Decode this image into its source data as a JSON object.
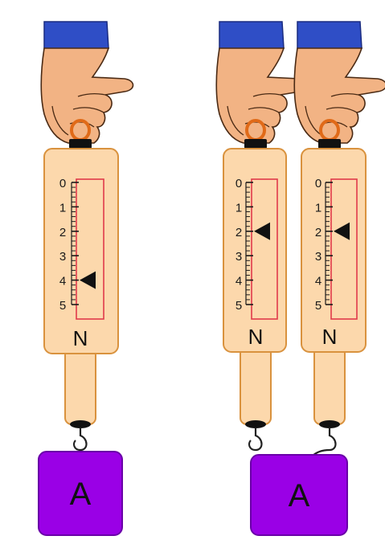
{
  "scales": [
    {
      "id": "left",
      "unit": "N",
      "tick_labels": [
        "0",
        "1",
        "2",
        "3",
        "4",
        "5"
      ],
      "reading_N": 4
    },
    {
      "id": "middle",
      "unit": "N",
      "tick_labels": [
        "0",
        "1",
        "2",
        "3",
        "4",
        "5"
      ],
      "reading_N": 2
    },
    {
      "id": "right",
      "unit": "N",
      "tick_labels": [
        "0",
        "1",
        "2",
        "3",
        "4",
        "5"
      ],
      "reading_N": 2
    }
  ],
  "blocks": [
    {
      "id": "left",
      "label": "A"
    },
    {
      "id": "right",
      "label": "A"
    }
  ],
  "colors": {
    "body": "#fcd8ac",
    "body_outline": "#d9923e",
    "window": "#e03a4a",
    "block": "#9a00e6",
    "sleeve": "#2f4ec6",
    "ring": "#e06a18"
  },
  "icons": [
    "hand-icon",
    "hook-icon",
    "ring-icon",
    "pointer-icon"
  ]
}
